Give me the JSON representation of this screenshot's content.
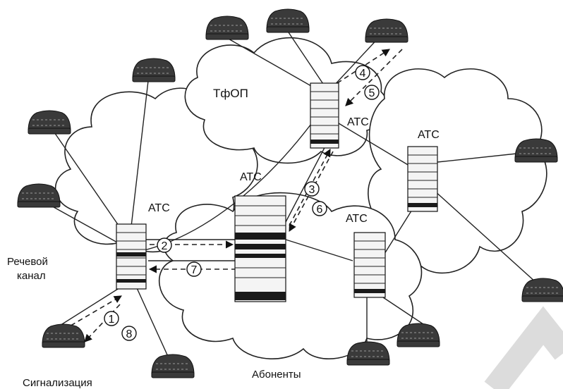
{
  "labels": {
    "network": "ТфОП",
    "atc": "АТС",
    "speech_channel_line1": "Речевой",
    "speech_channel_line2": "канал",
    "signaling": "Сигнализация",
    "subscribers": "Абоненты"
  },
  "steps": [
    "1",
    "2",
    "3",
    "4",
    "5",
    "6",
    "7",
    "8"
  ],
  "colors": {
    "ink": "#111111",
    "background": "#ffffff"
  }
}
